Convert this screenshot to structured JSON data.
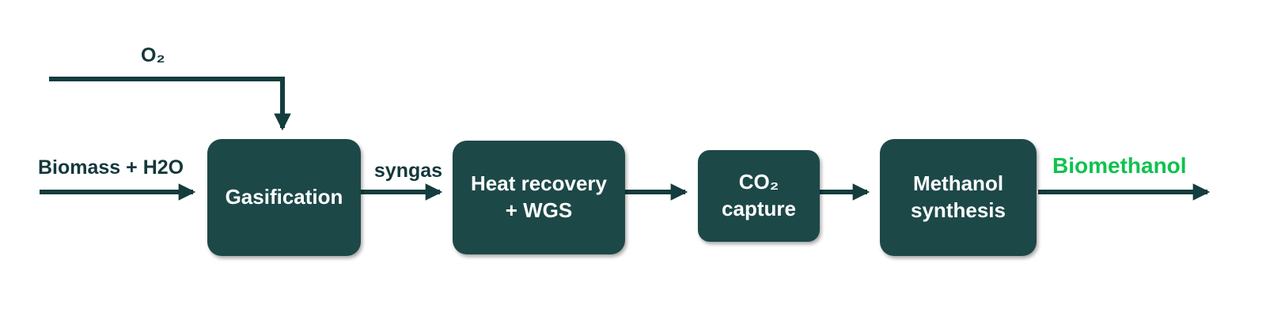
{
  "diagram": {
    "type": "process-flow",
    "colors": {
      "box_fill": "#1d4848",
      "box_text": "#ffffff",
      "line": "#143d3d",
      "stream_label": "#14383c",
      "product_label": "#0fc24f",
      "background": "#ffffff"
    },
    "streams": {
      "oxygen": "O₂",
      "feed": "Biomass + H2O",
      "syngas": "syngas",
      "product": "Biomethanol"
    },
    "boxes": [
      {
        "id": "gasification",
        "line1": "Gasification",
        "line2": ""
      },
      {
        "id": "heat-recovery-wgs",
        "line1": "Heat recovery",
        "line2": "+ WGS"
      },
      {
        "id": "co2-capture",
        "line1": "CO₂",
        "line2": "capture"
      },
      {
        "id": "methanol-synthesis",
        "line1": "Methanol",
        "line2": "synthesis"
      }
    ]
  }
}
